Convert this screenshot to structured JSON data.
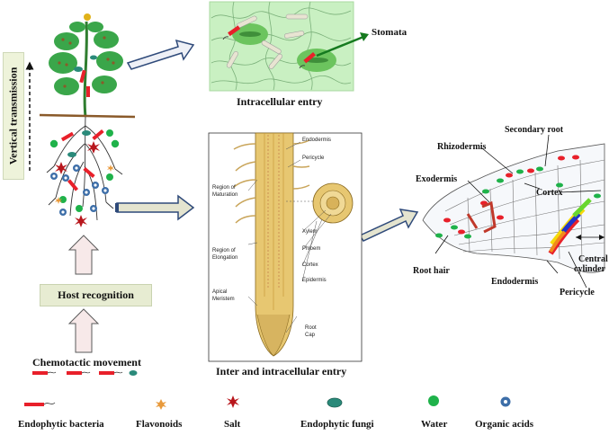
{
  "labels": {
    "vertical_transmission": "Vertical transmission",
    "host_recognition": "Host recognition",
    "chemotactic_movement": "Chemotactic movement",
    "stomata": "Stomata",
    "intracellular_entry": "Intracellular entry",
    "inter_intracellular_entry": "Inter and intracellular entry",
    "secondary_root": "Secondary root",
    "rhizodermis": "Rhizodermis",
    "exodermis": "Exodermis",
    "cortex": "Cortex",
    "root_hair": "Root hair",
    "endodermis": "Endodermis",
    "pericycle": "Pericycle",
    "central_cylinder_1": "Central",
    "central_cylinder_2": "cylinder"
  },
  "root_panel": {
    "endodermis": "Endodermis",
    "pericycle": "Pericycle",
    "xylem": "Xylem",
    "phloem": "Phloem",
    "cortex": "Cortex",
    "epidermis": "Epidermis",
    "root_cap_1": "Root",
    "root_cap_2": "Cap",
    "region_maturation_1": "Region of",
    "region_maturation_2": "Maturation",
    "region_elongation_1": "Region of",
    "region_elongation_2": "Elongation",
    "apical_1": "Apical",
    "apical_2": "Meristem"
  },
  "legend": [
    {
      "label": "Endophytic bacteria",
      "icon": "bacteria-icon"
    },
    {
      "label": "Flavonoids",
      "icon": "flavonoid-icon"
    },
    {
      "label": "Salt",
      "icon": "salt-icon"
    },
    {
      "label": "Endophytic fungi",
      "icon": "fungi-icon"
    },
    {
      "label": "Water",
      "icon": "water-icon"
    },
    {
      "label": "Organic acids",
      "icon": "organic-acid-icon"
    }
  ],
  "colors": {
    "bacteria": "#e8202a",
    "fungi": "#2a8a7a",
    "water": "#1fb24a",
    "organic_acid": "#3d6ea8",
    "salt": "#b8161c",
    "flavonoid": "#e89a3c",
    "leaf": "#3aa64a",
    "leaf_cell_bg": "#c9f0c2",
    "arrow_outline": "#2f4a7a",
    "arrow_fill": "#eef0f6",
    "green_arrow": "#157a1f"
  }
}
